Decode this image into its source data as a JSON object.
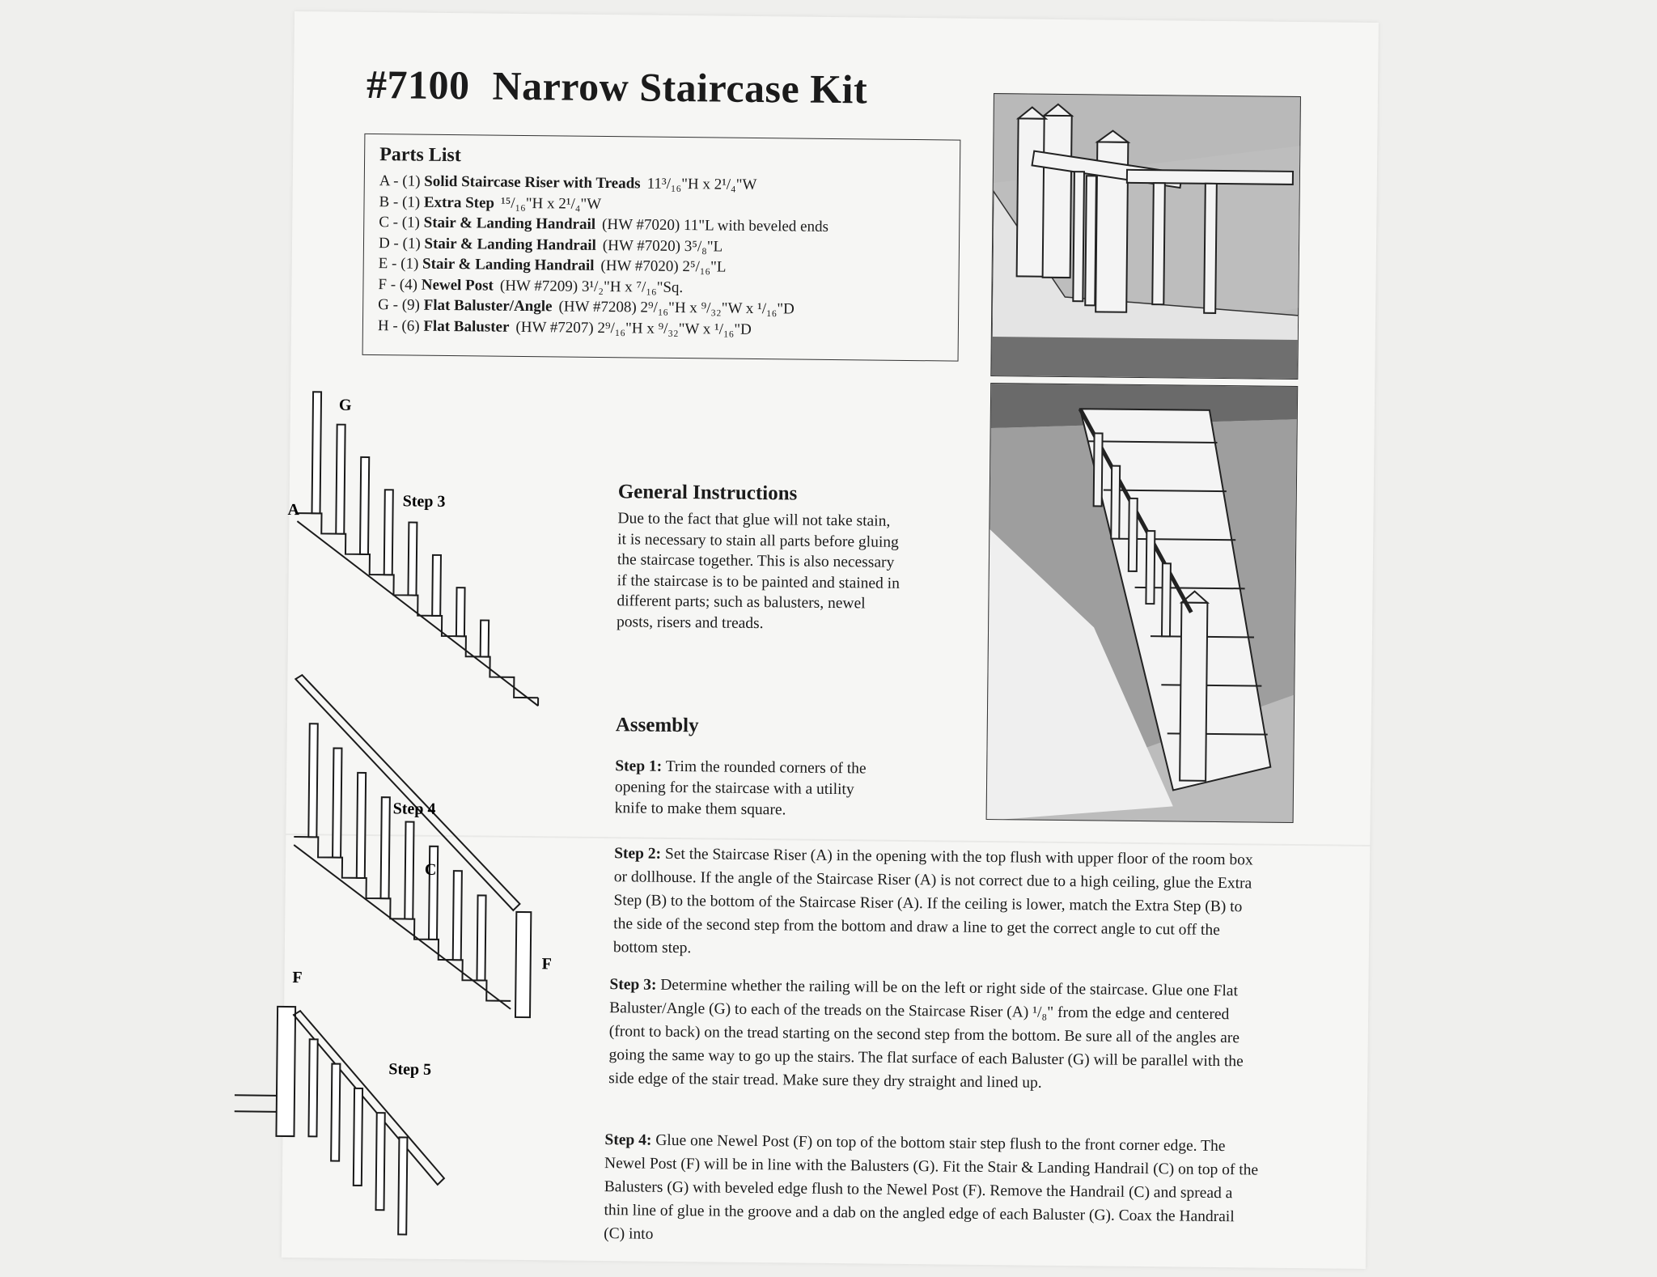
{
  "document": {
    "number": "#7100",
    "title": "Narrow Staircase Kit"
  },
  "parts_list": {
    "heading": "Parts List",
    "items": [
      {
        "code": "A - (1)",
        "name": "Solid Staircase Riser with Treads",
        "spec": "11³/₁₆\"H x 2¹/₄\"W"
      },
      {
        "code": "B - (1)",
        "name": "Extra Step",
        "spec": "¹⁵/₁₆\"H x 2¹/₄\"W"
      },
      {
        "code": "C - (1)",
        "name": "Stair & Landing Handrail",
        "spec": "(HW #7020)  11\"L with beveled ends"
      },
      {
        "code": "D - (1)",
        "name": "Stair & Landing Handrail",
        "spec": "(HW #7020)  3⁵/₈\"L"
      },
      {
        "code": "E - (1)",
        "name": "Stair & Landing Handrail",
        "spec": "(HW #7020)  2⁵/₁₆\"L"
      },
      {
        "code": "F - (4)",
        "name": "Newel Post",
        "spec": "(HW #7209)  3¹/₂\"H x ⁷/₁₆\"Sq."
      },
      {
        "code": "G - (9)",
        "name": "Flat Baluster/Angle",
        "spec": "(HW #7208)  2⁹/₁₆\"H x ⁹/₃₂\"W x ¹/₁₆\"D"
      },
      {
        "code": "H - (6)",
        "name": "Flat Baluster",
        "spec": "(HW #7207)  2⁹/₁₆\"H x ⁹/₃₂\"W x ¹/₁₆\"D"
      }
    ]
  },
  "diagram_labels": {
    "g": "G",
    "a": "A",
    "c": "C",
    "f1": "F",
    "f2": "F",
    "step3": "Step 3",
    "step4": "Step 4",
    "step5": "Step 5"
  },
  "general": {
    "heading": "General Instructions",
    "text": "Due to the fact that glue will not take stain, it is necessary to stain all parts before gluing the staircase together. This is also necessary if the staircase is to be painted and stained in different parts; such as balusters, newel posts, risers and treads."
  },
  "assembly": {
    "heading": "Assembly",
    "steps": [
      {
        "label": "Step 1:",
        "text": "Trim the rounded corners of the opening for the staircase with a utility knife to make them square."
      },
      {
        "label": "Step 2:",
        "text": "Set the Staircase Riser (A) in the opening with the top flush with upper floor of the room box or dollhouse. If the angle of the Staircase Riser (A) is not correct due to a high ceiling, glue the Extra Step (B) to the bottom of the Staircase Riser (A). If the ceiling is lower, match the Extra Step (B) to the side of the second step from the bottom and draw a line to get the correct angle to cut off the bottom step."
      },
      {
        "label": "Step 3:",
        "text": "Determine whether the railing will be on the left or right side of the staircase. Glue one Flat Baluster/Angle (G) to each of the treads on the Staircase Riser (A) ¹/₈\" from the edge and centered (front to back) on the tread starting on the second step from the bottom. Be sure all of the angles are going the same way to go up the stairs. The flat surface of each Baluster (G) will be parallel with the side edge of the stair tread. Make sure they dry straight and lined up."
      },
      {
        "label": "Step 4:",
        "text": "Glue one Newel Post (F) on top of the bottom stair step flush to the front corner edge. The Newel Post (F) will be in line with the Balusters (G). Fit the Stair & Landing Handrail (C) on top of the Balusters (G) with beveled edge flush to the Newel Post (F). Remove the Handrail (C) and spread a thin line of glue in the groove and a dab on the angled edge of each Baluster (G). Coax the Handrail (C) into"
      }
    ]
  }
}
